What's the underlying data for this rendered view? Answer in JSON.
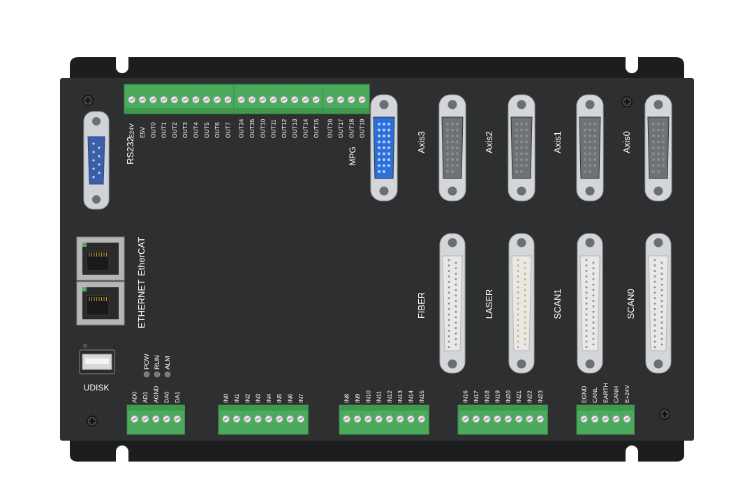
{
  "colors": {
    "body": "#2e2f31",
    "flange": "#1c1d1e",
    "terminal_green": "#4caa5c",
    "dsub_blue": "#2a6fdb",
    "metal": "#c9c9c9",
    "label": "#ffffff"
  },
  "top_terminals": {
    "block1": [
      "E24V",
      "E5V",
      "OUT0",
      "OUT1",
      "OUT2",
      "OUT3",
      "OUT4",
      "OUT5",
      "OUT6",
      "OUT7"
    ],
    "block2": [
      "OUT34",
      "OUT35",
      "OUT10",
      "OUT11",
      "OUT12",
      "OUT13",
      "OUT14",
      "OUT15"
    ],
    "block3": [
      "OUT16",
      "OUT17",
      "OUT18",
      "OUT19"
    ]
  },
  "bottom_terminals": {
    "analog": [
      "AD0",
      "AD1",
      "AGND",
      "DA0",
      "DA1"
    ],
    "in_a": [
      "IN0",
      "IN1",
      "IN2",
      "IN3",
      "IN4",
      "IN5",
      "IN6",
      "IN7"
    ],
    "in_b": [
      "IN8",
      "IN9",
      "IN10",
      "IN11",
      "IN12",
      "IN13",
      "IN14",
      "IN15"
    ],
    "in_c": [
      "IN16",
      "IN17",
      "IN18",
      "IN19",
      "IN20",
      "IN21",
      "IN22",
      "IN23"
    ],
    "can": [
      "EGND",
      "CANL",
      "EARTH",
      "CANH",
      "E+24V"
    ]
  },
  "labels": {
    "rs232": "RS232",
    "mpg": "MPG",
    "axis3": "Axis3",
    "axis2": "Axis2",
    "axis1": "Axis1",
    "axis0": "Axis0",
    "fiber": "FIBER",
    "laser": "LASER",
    "scan1": "SCAN1",
    "scan0": "SCAN0",
    "ethercat": "EtherCAT",
    "ethernet": "ETHERNET",
    "udisk": "UDISK"
  },
  "leds": [
    "POW",
    "RUN",
    "ALM"
  ]
}
